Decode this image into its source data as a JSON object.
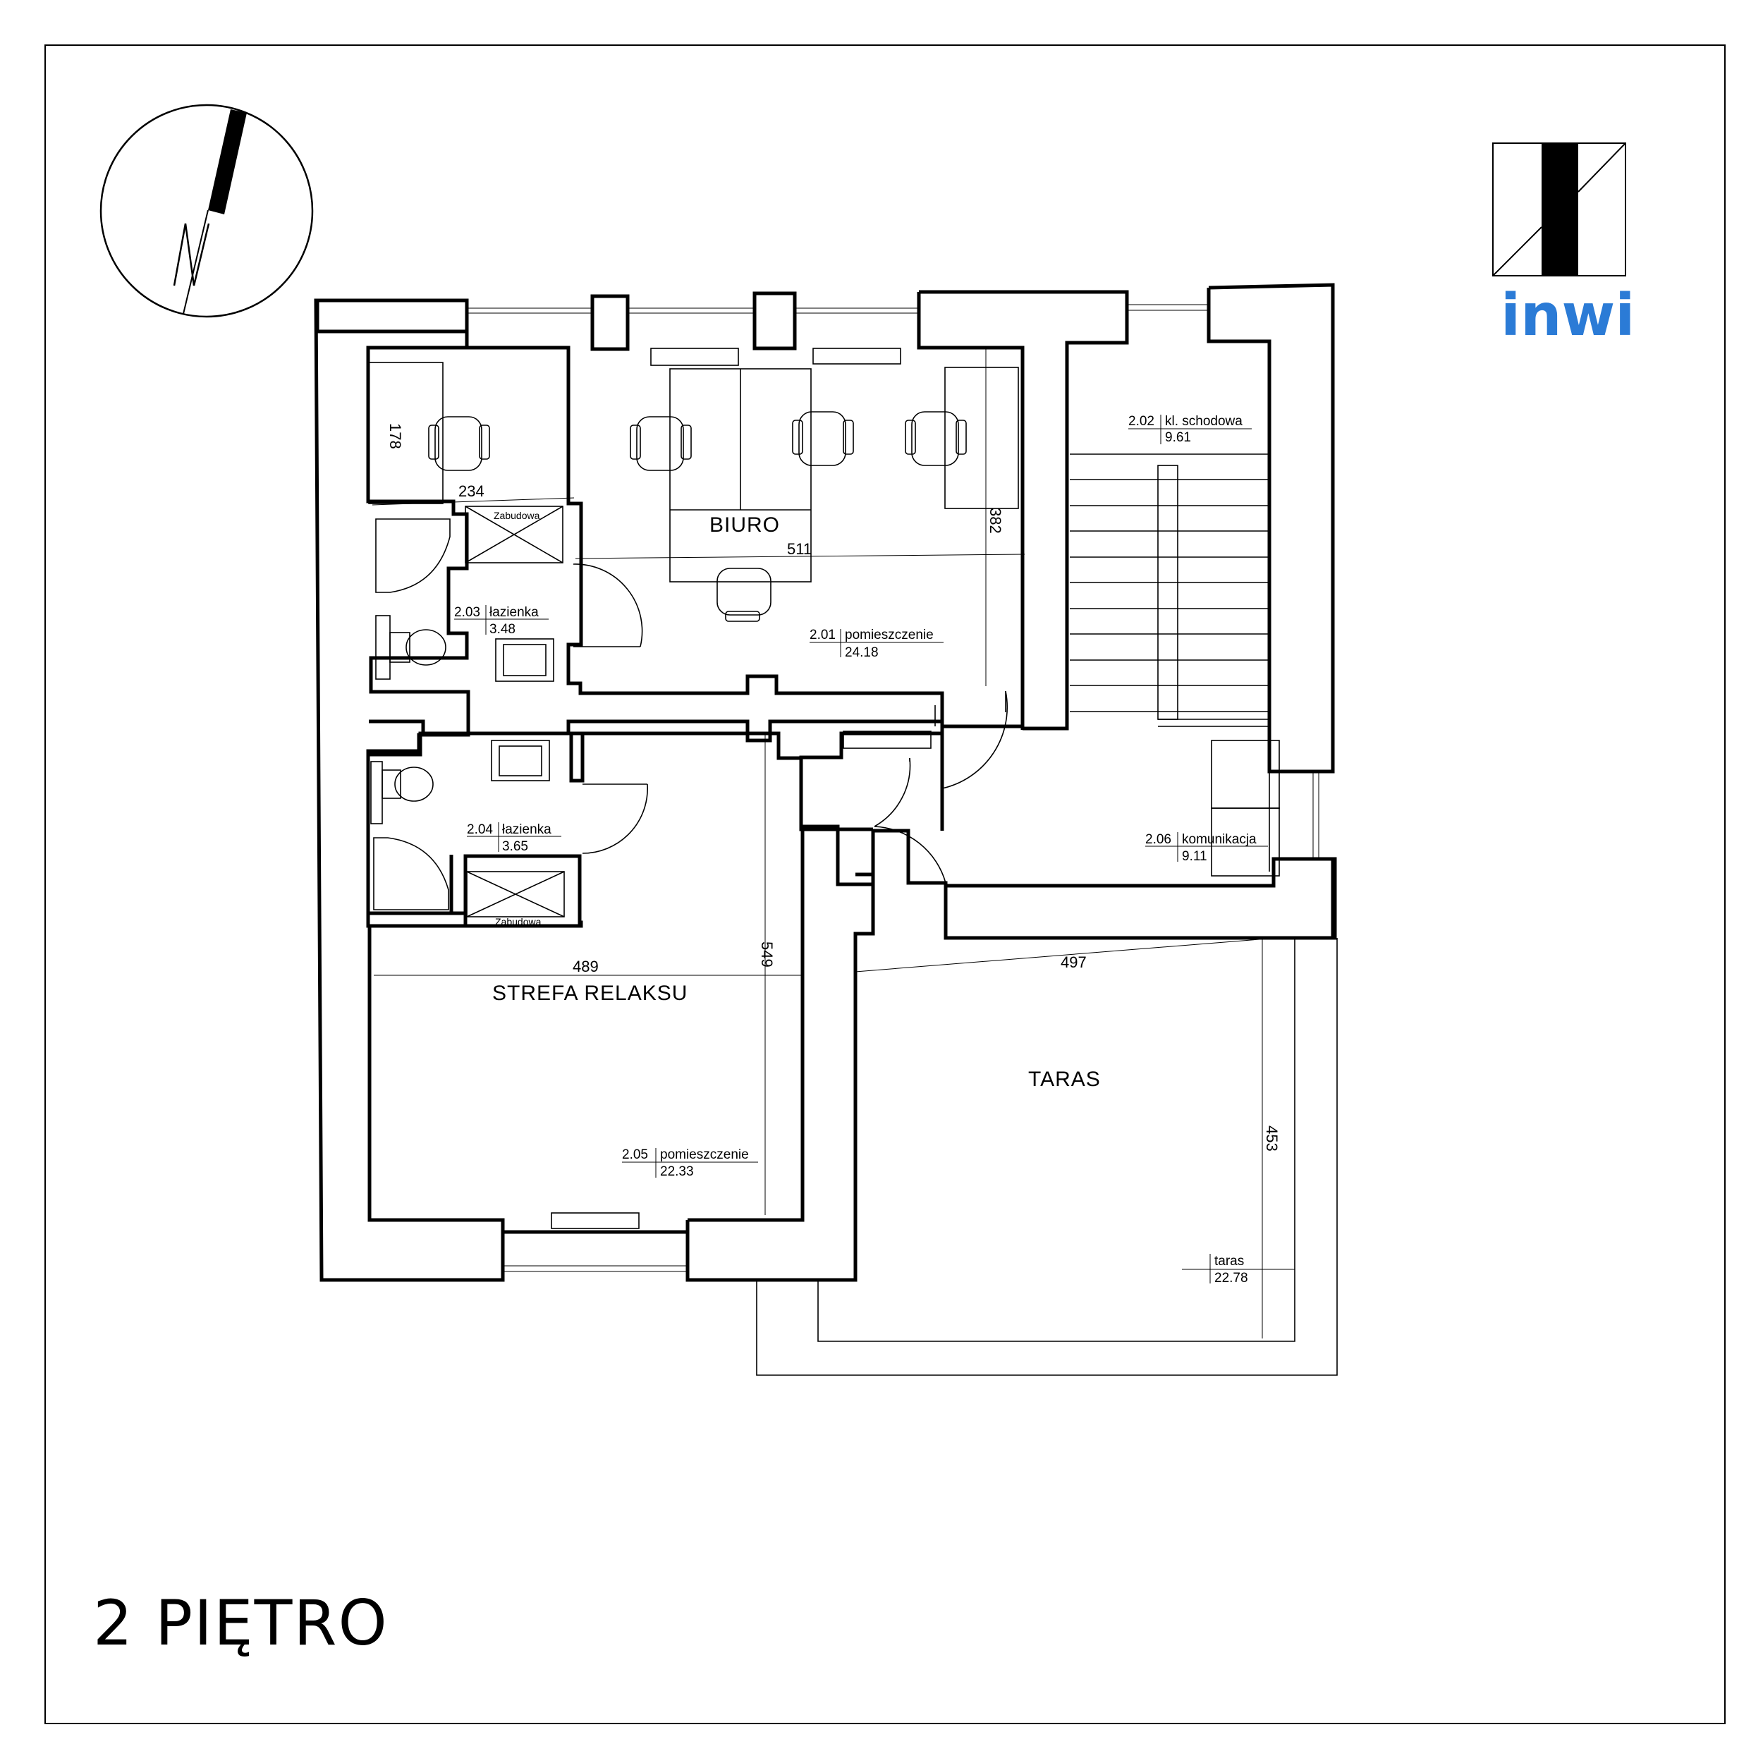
{
  "sheet": {
    "title": "2 PIĘTRO"
  },
  "brand": {
    "name": "inwi",
    "color": "#2b7bd6"
  },
  "icons": {
    "north_arrow": "north-arrow-icon",
    "logo": "inwi-logo-icon"
  },
  "room_labels": {
    "biuro": "BIURO",
    "strefa": "STREFA RELAKSU",
    "taras": "TARAS"
  },
  "rooms": {
    "r201": {
      "number": "2.01",
      "name": "pomieszczenie",
      "area": "24.18"
    },
    "r202": {
      "number": "2.02",
      "name": "kl. schodowa",
      "area": "9.61"
    },
    "r203": {
      "number": "2.03",
      "name": "łazienka",
      "area": "3.48"
    },
    "r204": {
      "number": "2.04",
      "name": "łazienka",
      "area": "3.65"
    },
    "r205": {
      "number": "2.05",
      "name": "pomieszczenie",
      "area": "22.33"
    },
    "r206": {
      "number": "2.06",
      "name": "komunikacja",
      "area": "9.11"
    },
    "taras": {
      "number": "",
      "name": "taras",
      "area": "22.78"
    }
  },
  "fixtures": {
    "zabudowa": "Zabudowa"
  },
  "dimensions": {
    "d178": "178",
    "d234": "234",
    "d382": "382",
    "d511": "511",
    "d489": "489",
    "d549": "549",
    "d497": "497",
    "d453": "453"
  }
}
